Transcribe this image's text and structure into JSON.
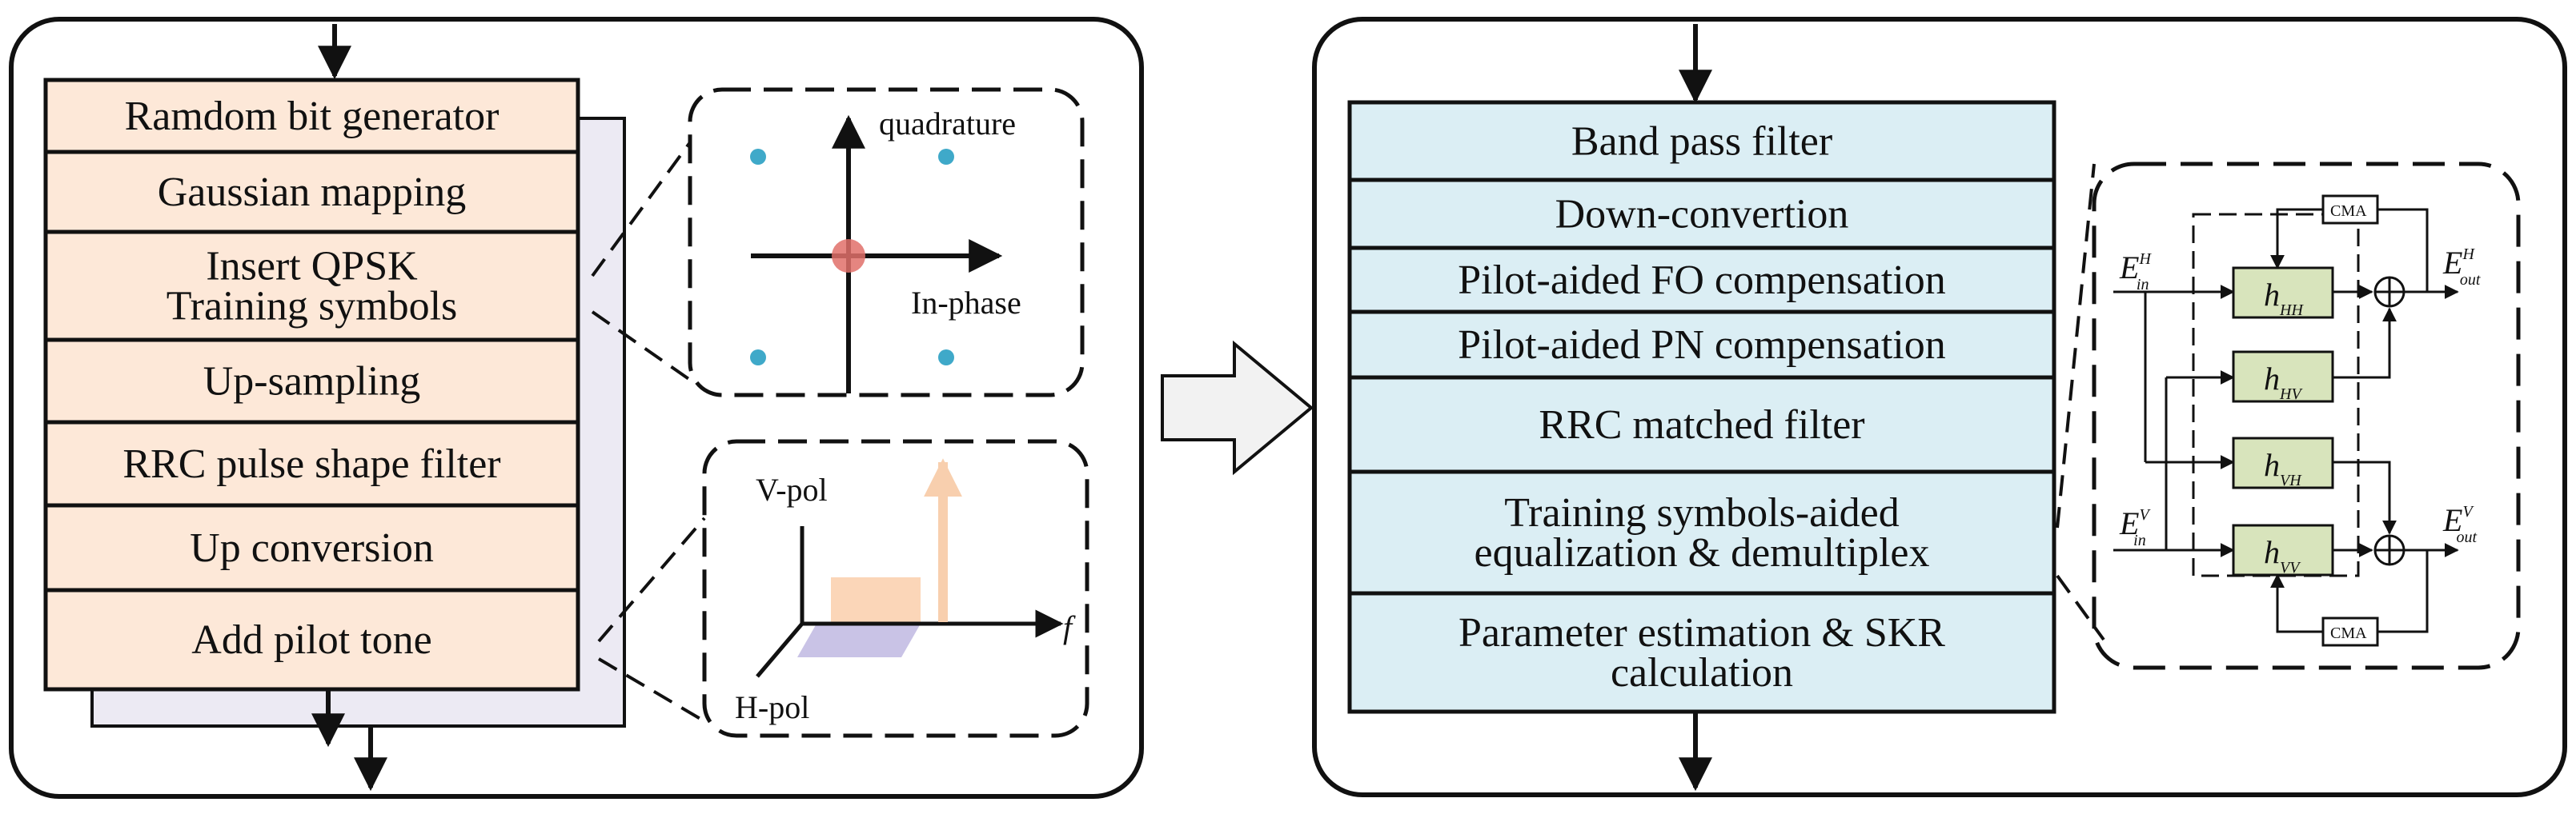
{
  "transmitter": {
    "blocks": [
      {
        "lines": [
          "Ramdom bit generator"
        ]
      },
      {
        "lines": [
          "Gaussian  mapping"
        ]
      },
      {
        "lines": [
          "Insert QPSK",
          "Training symbols"
        ]
      },
      {
        "lines": [
          "Up-sampling"
        ]
      },
      {
        "lines": [
          "RRC pulse shape filter"
        ]
      },
      {
        "lines": [
          "Up conversion"
        ]
      },
      {
        "lines": [
          "Add pilot tone"
        ]
      }
    ],
    "constellation": {
      "quadrature_label": "quadrature",
      "inphase_label": "In-phase"
    },
    "spectrum": {
      "vpol_label": "V-pol",
      "hpol_label": "H-pol",
      "freq_label": "f"
    }
  },
  "receiver": {
    "blocks": [
      {
        "lines": [
          "Band pass filter"
        ]
      },
      {
        "lines": [
          "Down-convertion"
        ]
      },
      {
        "lines": [
          "Pilot-aided FO compensation"
        ]
      },
      {
        "lines": [
          "Pilot-aided PN compensation"
        ]
      },
      {
        "lines": [
          "RRC matched filter"
        ]
      },
      {
        "lines": [
          "Training symbols-aided",
          "equalization & demultiplex"
        ]
      },
      {
        "lines": [
          "Parameter estimation & SKR",
          "calculation"
        ]
      }
    ],
    "equalizer": {
      "cma_label": "CMA",
      "taps": [
        {
          "base": "h",
          "sub": "HH"
        },
        {
          "base": "h",
          "sub": "HV"
        },
        {
          "base": "h",
          "sub": "VH"
        },
        {
          "base": "h",
          "sub": "VV"
        }
      ],
      "inputs": [
        {
          "base": "E",
          "sub": "in",
          "sup": "H"
        },
        {
          "base": "E",
          "sub": "in",
          "sup": "V"
        }
      ],
      "outputs": [
        {
          "base": "E",
          "sub": "out",
          "sup": "H"
        },
        {
          "base": "E",
          "sub": "out",
          "sup": "V"
        }
      ]
    }
  },
  "colors": {
    "tx_block": "#fde8d8",
    "tx_shadow": "#eceaf3",
    "rx_block": "#dbeef4",
    "tap_block": "#d8e4bc",
    "constellation_point": "#3fa9c9",
    "constellation_center": "#e0706a",
    "pilot_arrow": "#f8cfae",
    "vpol_rect": "#fbd6b8",
    "hpol_rect": "#c9c3e6"
  }
}
